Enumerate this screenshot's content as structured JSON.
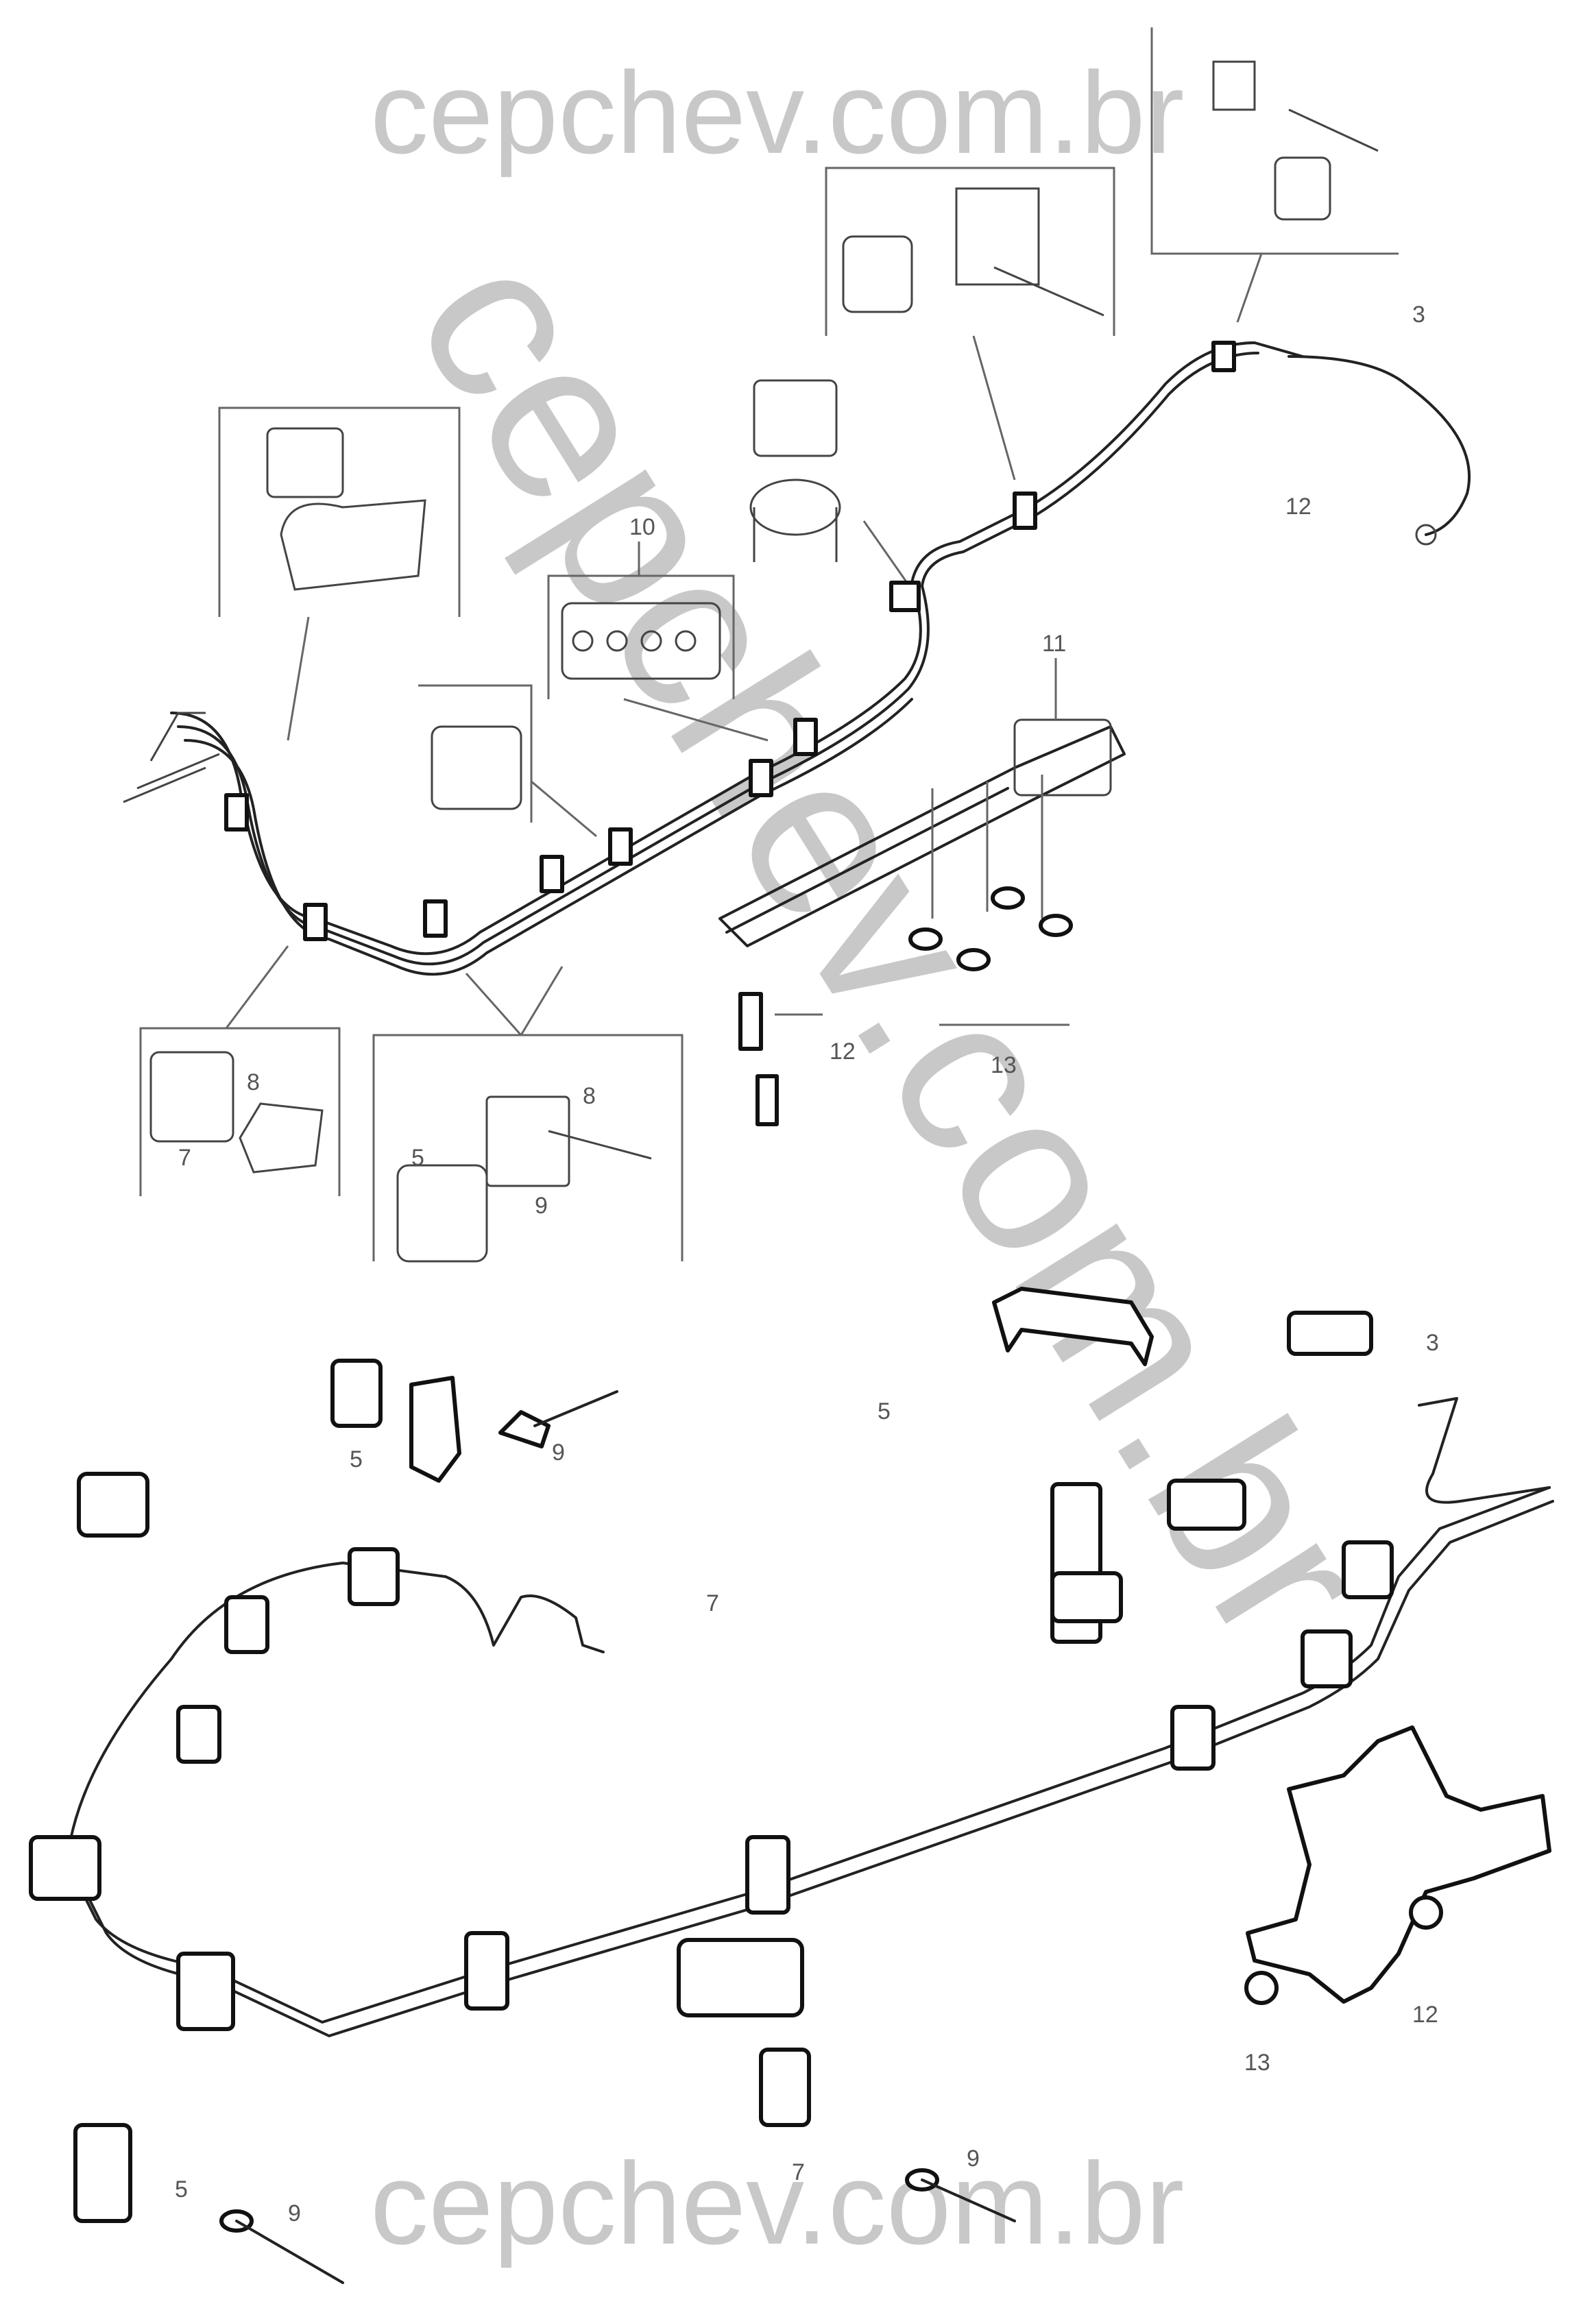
{
  "watermark": {
    "top": "cepchev.com.br",
    "bottom": "cepchev.com.br",
    "diagonal": "cepchev.com.br"
  },
  "callouts_upper": {
    "c10": "10",
    "c11": "11",
    "c12": "12",
    "c13": "13",
    "c3": "3",
    "c5": "5",
    "c7": "7",
    "c8": "8",
    "c9": "9"
  },
  "callouts_lower": {
    "c3": "3",
    "c5": "5",
    "c7": "7",
    "c9": "9",
    "c12": "12",
    "c13": "13"
  },
  "icons": [
    "pipe-harness-icon",
    "clip-icon",
    "bracket-icon",
    "bolt-icon",
    "nut-icon",
    "crossmember-icon"
  ]
}
